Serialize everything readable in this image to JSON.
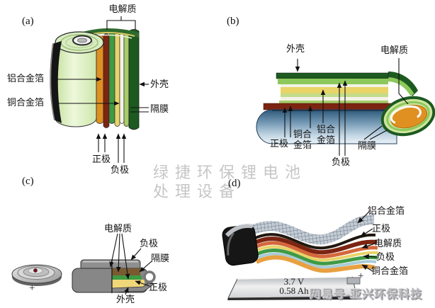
{
  "watermark": {
    "center_line1": "绿捷环保锂电池",
    "center_line2": "处理设备",
    "source_credit": "网易号-亚兴环保科技"
  },
  "palette": {
    "dark_green": "#1d5a20",
    "light_green": "#8cc85c",
    "yellow_green": "#a8cc6a",
    "pale_green": "#c2dc8a",
    "green": "#3f9a44",
    "yellow": "#e8d468",
    "pale_yellow": "#f0d87a",
    "orange": "#e09020",
    "copper_orange": "#e8a040",
    "red_orange": "#d4683c",
    "maroon": "#7c2412",
    "brown": "#7a5a30",
    "white_layer": "#f2f2e6",
    "pale_blue": "#a8ccd8"
  },
  "panel_a": {
    "tag": "(a)",
    "electrolyte": "电解质",
    "al_foil": "铝合金箔",
    "cu_foil": "铜合金箔",
    "casing": "外壳",
    "separator": "隔膜",
    "cathode": "正极",
    "anode": "负极"
  },
  "panel_b": {
    "tag": "(b)",
    "casing": "外壳",
    "electrolyte": "电解质",
    "cathode": "正极",
    "cu_foil": "铜合\n金箔",
    "al_foil": "铝合\n金箔",
    "anode": "负极",
    "separator": "隔膜"
  },
  "panel_c": {
    "tag": "(c)",
    "electrolyte": "电解质",
    "anode": "负极",
    "separator": "隔膜",
    "cathode": "正极",
    "casing": "外壳",
    "plus": "+"
  },
  "panel_d": {
    "tag": "(d)",
    "al_foil": "铝合金箔",
    "cathode": "正极",
    "electrolyte": "电解质",
    "anode": "负极",
    "cu_foil": "铜合金箔",
    "plus": "+",
    "voltage": "3.7 V",
    "capacity": "0.58 Ah"
  }
}
